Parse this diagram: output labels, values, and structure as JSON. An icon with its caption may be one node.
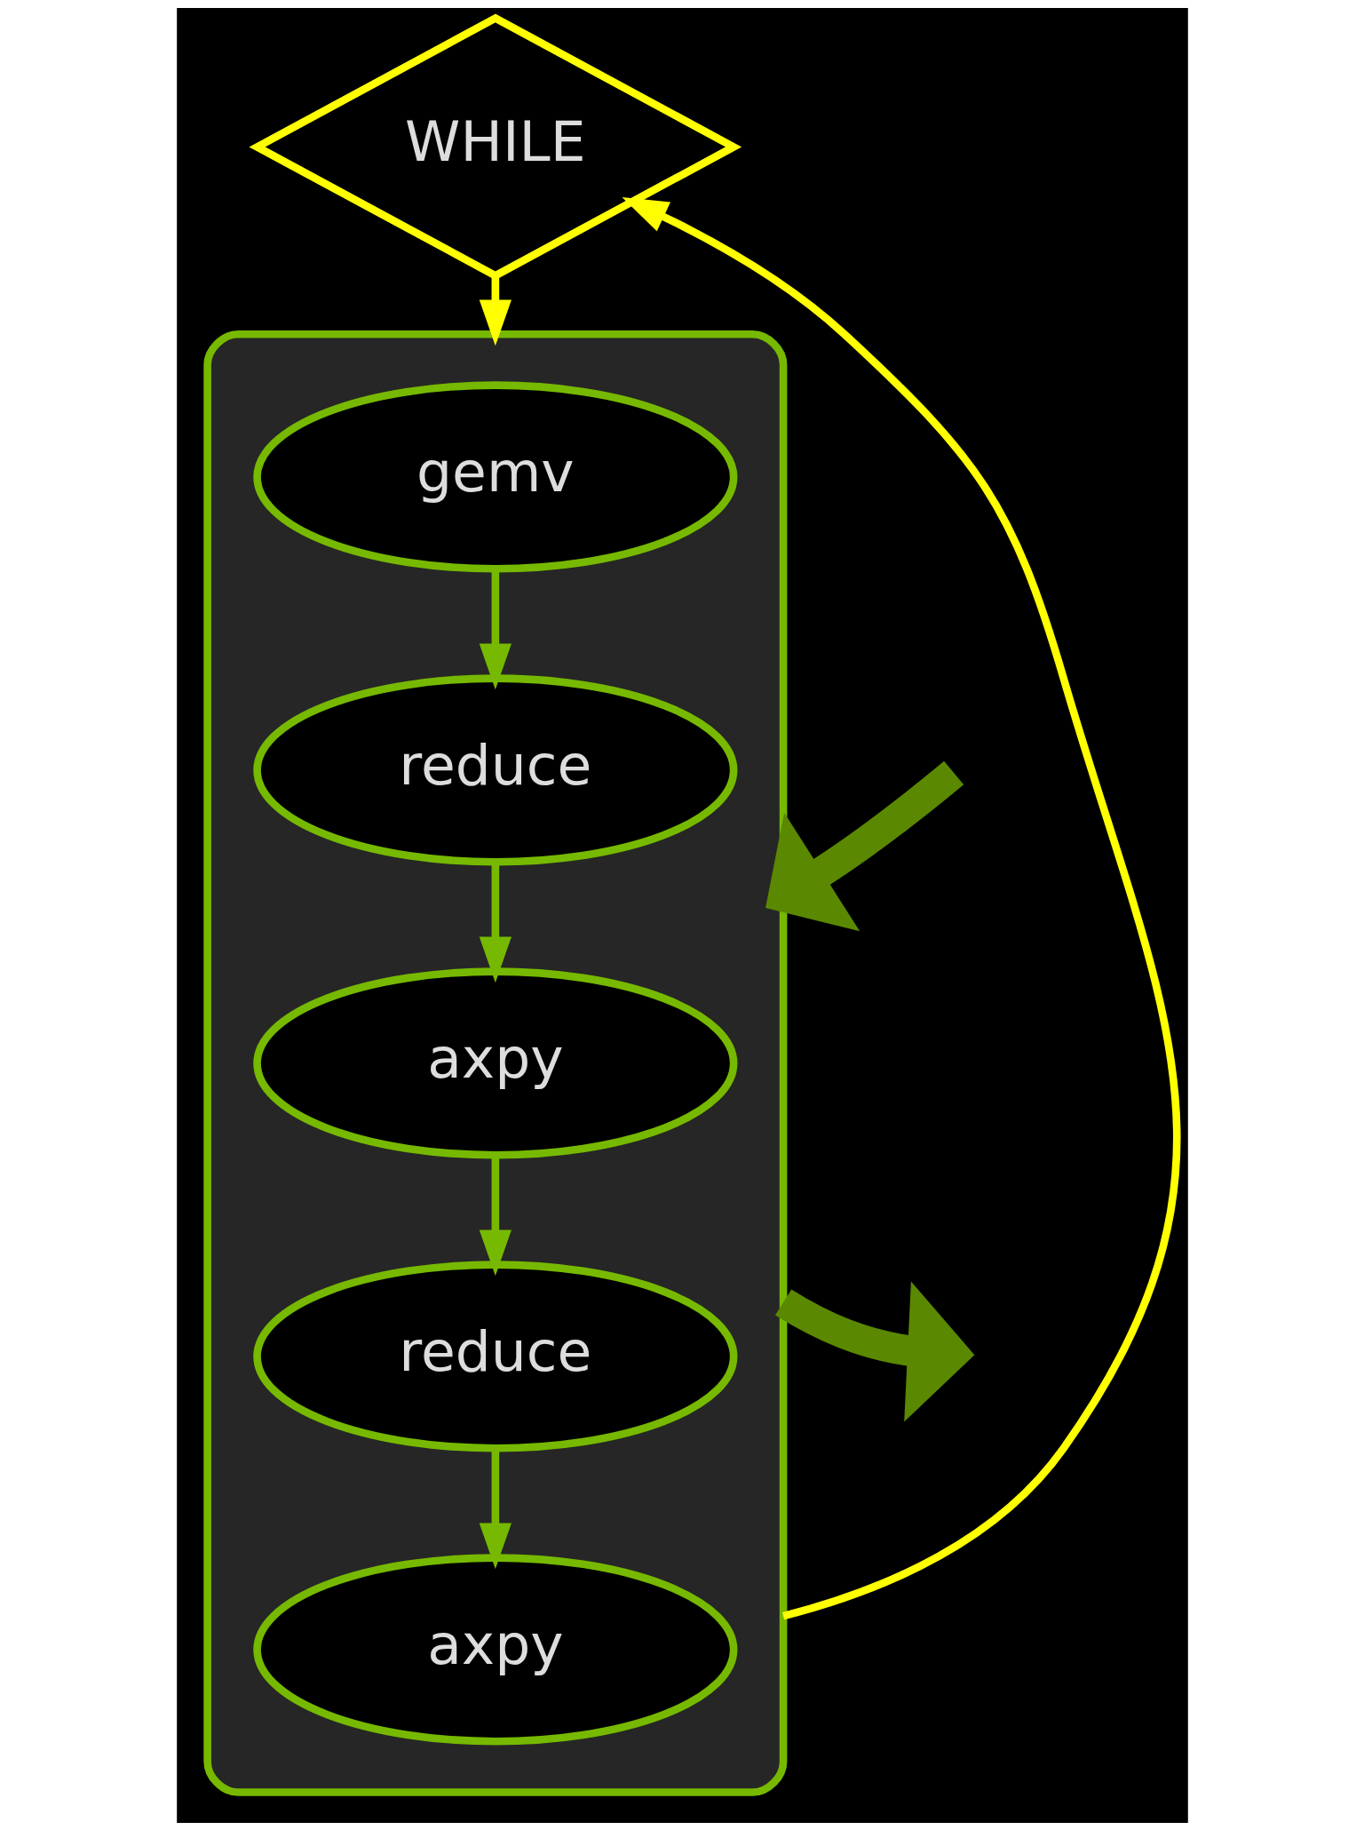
{
  "diagram": {
    "nodes": [
      {
        "text": [
          "WHILE"
        ]
      },
      {
        "text": [],
        "shape": "box"
      },
      {
        "text": [
          "gemv"
        ],
        "in": 1
      },
      {
        "text": [
          "reduce"
        ],
        "in": 1
      },
      {
        "text": [
          "axpy"
        ],
        "in": 1
      },
      {
        "text": [
          "reduce"
        ],
        "in": 1
      },
      {
        "text": [
          "axpy"
        ],
        "in": 1
      }
    ],
    "edges": [
      {
        "from": 0,
        "to": 1,
        "arrow": "to",
        "color": "#ffff00"
      },
      {
        "from": 2,
        "to": 3,
        "arrow": "to"
      },
      {
        "from": 3,
        "to": 4,
        "arrow": "to"
      },
      {
        "from": 4,
        "to": 5,
        "arrow": "to"
      },
      {
        "from": 5,
        "to": 6,
        "arrow": "to"
      },
      {
        "from": 1,
        "to": 0,
        "arrow": "to",
        "color": "#ffff00"
      },
      {
        "from": null,
        "to": 1,
        "arrow": "to",
        "style": "thick",
        "color": "#5a8800"
      },
      {
        "from": 1,
        "to": null,
        "arrow": "to",
        "style": "thick",
        "color": "#5a8800"
      }
    ]
  }
}
